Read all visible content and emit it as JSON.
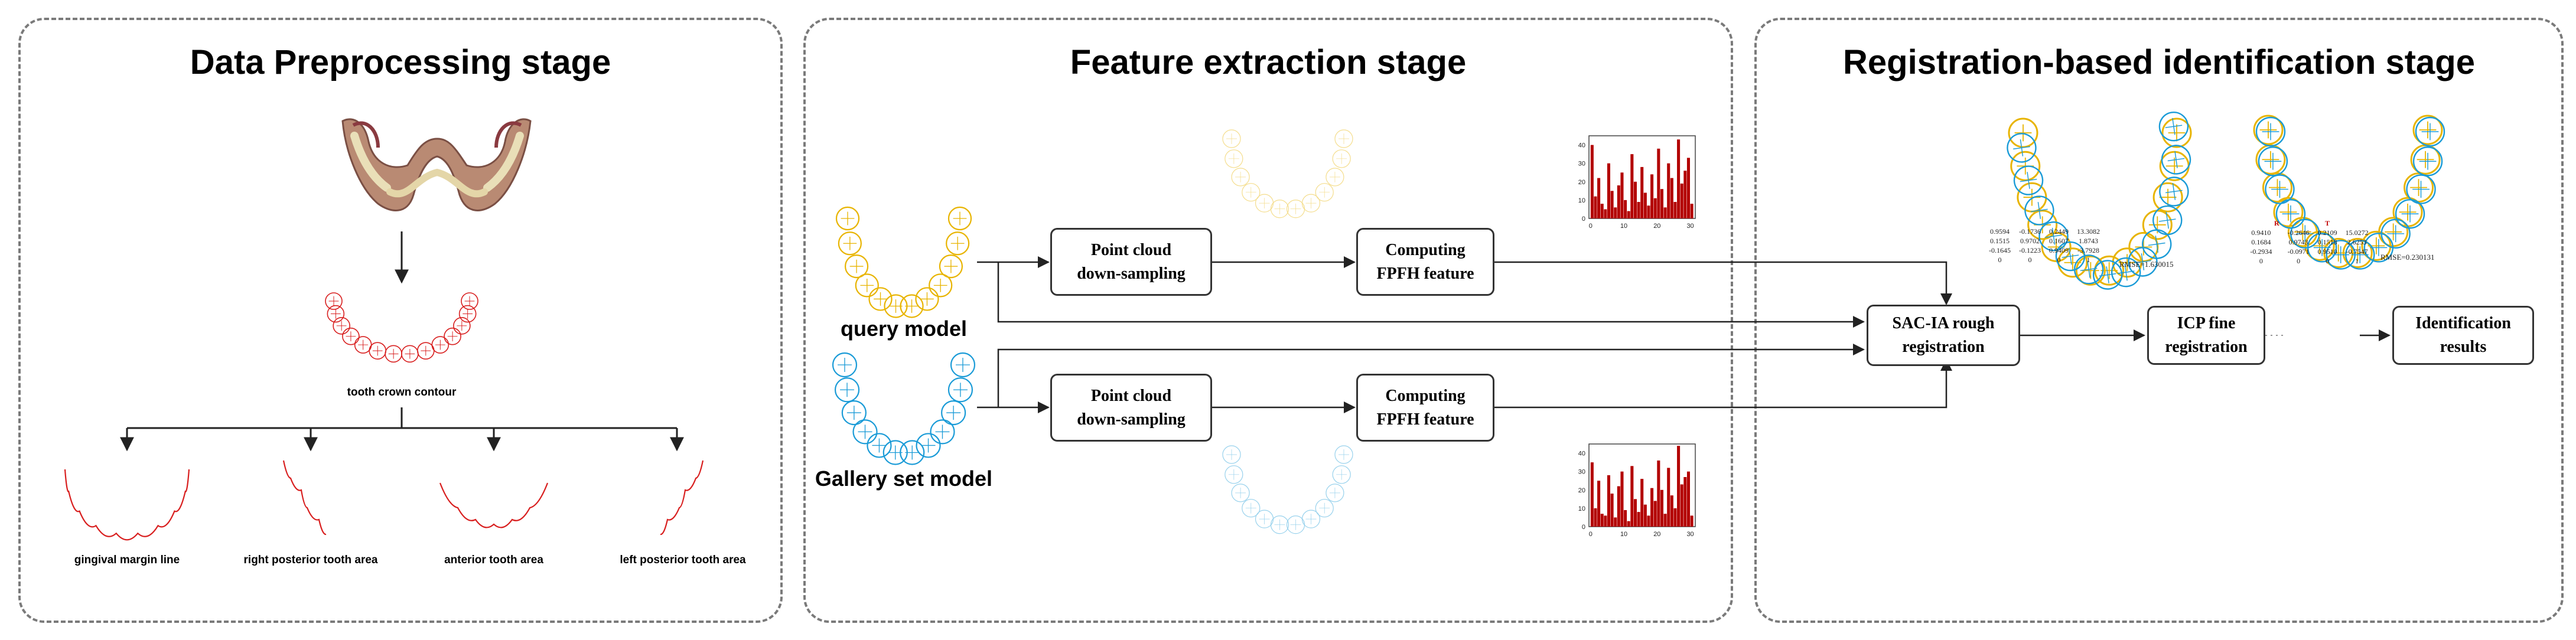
{
  "stages": {
    "preprocessing": {
      "title": "Data Preprocessing stage"
    },
    "feature": {
      "title": "Feature extraction stage"
    },
    "registration": {
      "title": "Registration-based identification stage"
    }
  },
  "preprocessing": {
    "crown_label": "tooth crown contour",
    "areas": [
      "gingival margin line",
      "right posterior tooth area",
      "anterior tooth area",
      "left posterior tooth area"
    ]
  },
  "feature": {
    "query_label": "query model",
    "gallery_label": "Gallery set model",
    "box_downsampling": "Point cloud\ndown-sampling",
    "box_fpfh": "Computing\nFPFH feature"
  },
  "registration": {
    "box_sacia": "SAC-IA rough\nregistration",
    "box_icp": "ICP fine\nregistration",
    "box_results": "Identification\nresults",
    "rmse_rough": "RMSE=1.630015",
    "rmse_fine": "RMSE=0.230131",
    "matrix_fine_header": [
      "R",
      "T"
    ],
    "matrix_rough": [
      [
        "0.9594",
        "-0.1736",
        "0.2449",
        "13.3082"
      ],
      [
        "0.1515",
        "0.9702",
        "0.1607",
        "1.8743"
      ],
      [
        "-0.1645",
        "-0.1223",
        "0.9409",
        "-3.7928"
      ],
      [
        "0",
        "0",
        "0",
        "1"
      ]
    ],
    "matrix_fine": [
      [
        "0.9410",
        "-0.2646",
        "0.2109",
        "15.0272"
      ],
      [
        "0.1684",
        "0.9743",
        "0.1518",
        "2.6253"
      ],
      [
        "-0.2934",
        "-0.0971",
        "0.9510",
        "-0.7547"
      ],
      [
        "0",
        "0",
        "0",
        "1"
      ]
    ]
  },
  "colors": {
    "query_arch": "#e8b400",
    "gallery_arch": "#1a9bd7",
    "contour_red": "#d81e1e",
    "histogram_bar": "#b30000",
    "arrow": "#222222",
    "panel_border": "#7a7a7a"
  },
  "histograms": {
    "x_ticks": [
      "0",
      "10",
      "20",
      "30"
    ],
    "y_ticks": [
      "0",
      "10",
      "20",
      "30",
      "40"
    ],
    "top_values": [
      40,
      12,
      22,
      8,
      5,
      30,
      15,
      6,
      18,
      25,
      10,
      4,
      35,
      20,
      9,
      28,
      14,
      7,
      24,
      11,
      38,
      16,
      6,
      30,
      22,
      9,
      43,
      19,
      26,
      33,
      8
    ],
    "bottom_values": [
      35,
      10,
      25,
      7,
      6,
      28,
      18,
      5,
      22,
      30,
      9,
      3,
      33,
      15,
      8,
      26,
      12,
      6,
      21,
      14,
      36,
      20,
      7,
      32,
      17,
      10,
      44,
      23,
      27,
      30,
      6
    ]
  }
}
